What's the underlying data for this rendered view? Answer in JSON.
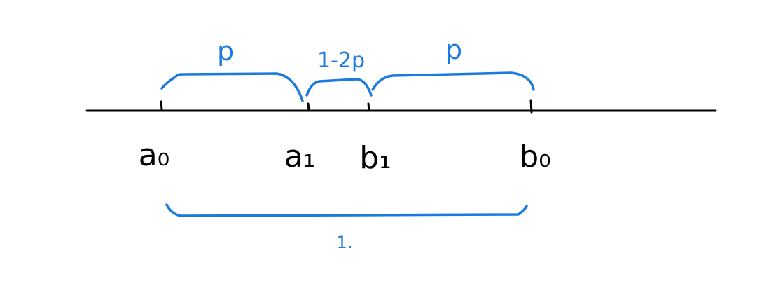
{
  "colors": {
    "ink": "#000000",
    "accent": "#1a7ae0",
    "background": "#ffffff"
  },
  "points": {
    "a0": "a₀",
    "a1": "a₁",
    "b1": "b₁",
    "b0": "b₀"
  },
  "braces": {
    "left": "p",
    "middle": "1-2p",
    "right": "p",
    "bottom": "1."
  }
}
